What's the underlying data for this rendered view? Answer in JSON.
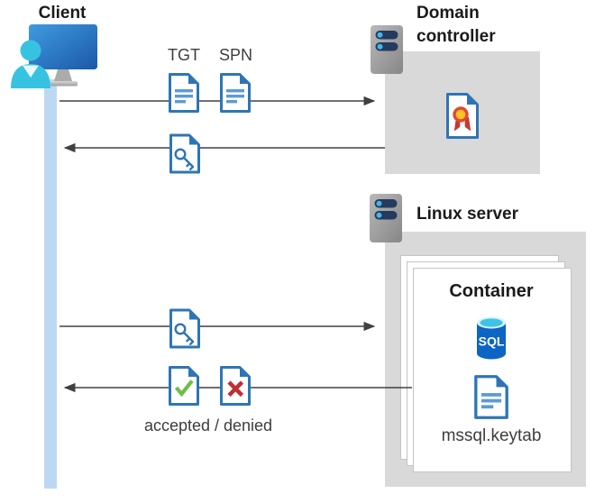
{
  "client": {
    "label": "Client"
  },
  "domain_controller": {
    "label": "Domain controller"
  },
  "linux_server": {
    "label": "Linux server"
  },
  "container": {
    "label": "Container",
    "database_label": "SQL",
    "keytab_label": "mssql.keytab"
  },
  "flow": {
    "tgt_label": "TGT",
    "spn_label": "SPN",
    "result_label": "accepted / denied"
  },
  "colors": {
    "doc_border": "#2E75B6",
    "doc_lines": "#5B9BD5",
    "accepted_check": "#6CBE45",
    "denied_cross": "#BE2F34",
    "arrow": "#404040",
    "lifeline": "#BDD8F2",
    "box_gray": "#D9D9D9",
    "server_bar": "#243A5E",
    "server_dot": "#45B6E8",
    "sql_body": "#0C64C4",
    "sql_top": "#3EC3E8",
    "person_cyan": "#36C3E2",
    "ribbon_red": "#C73632",
    "ribbon_gold": "#FFC427"
  }
}
